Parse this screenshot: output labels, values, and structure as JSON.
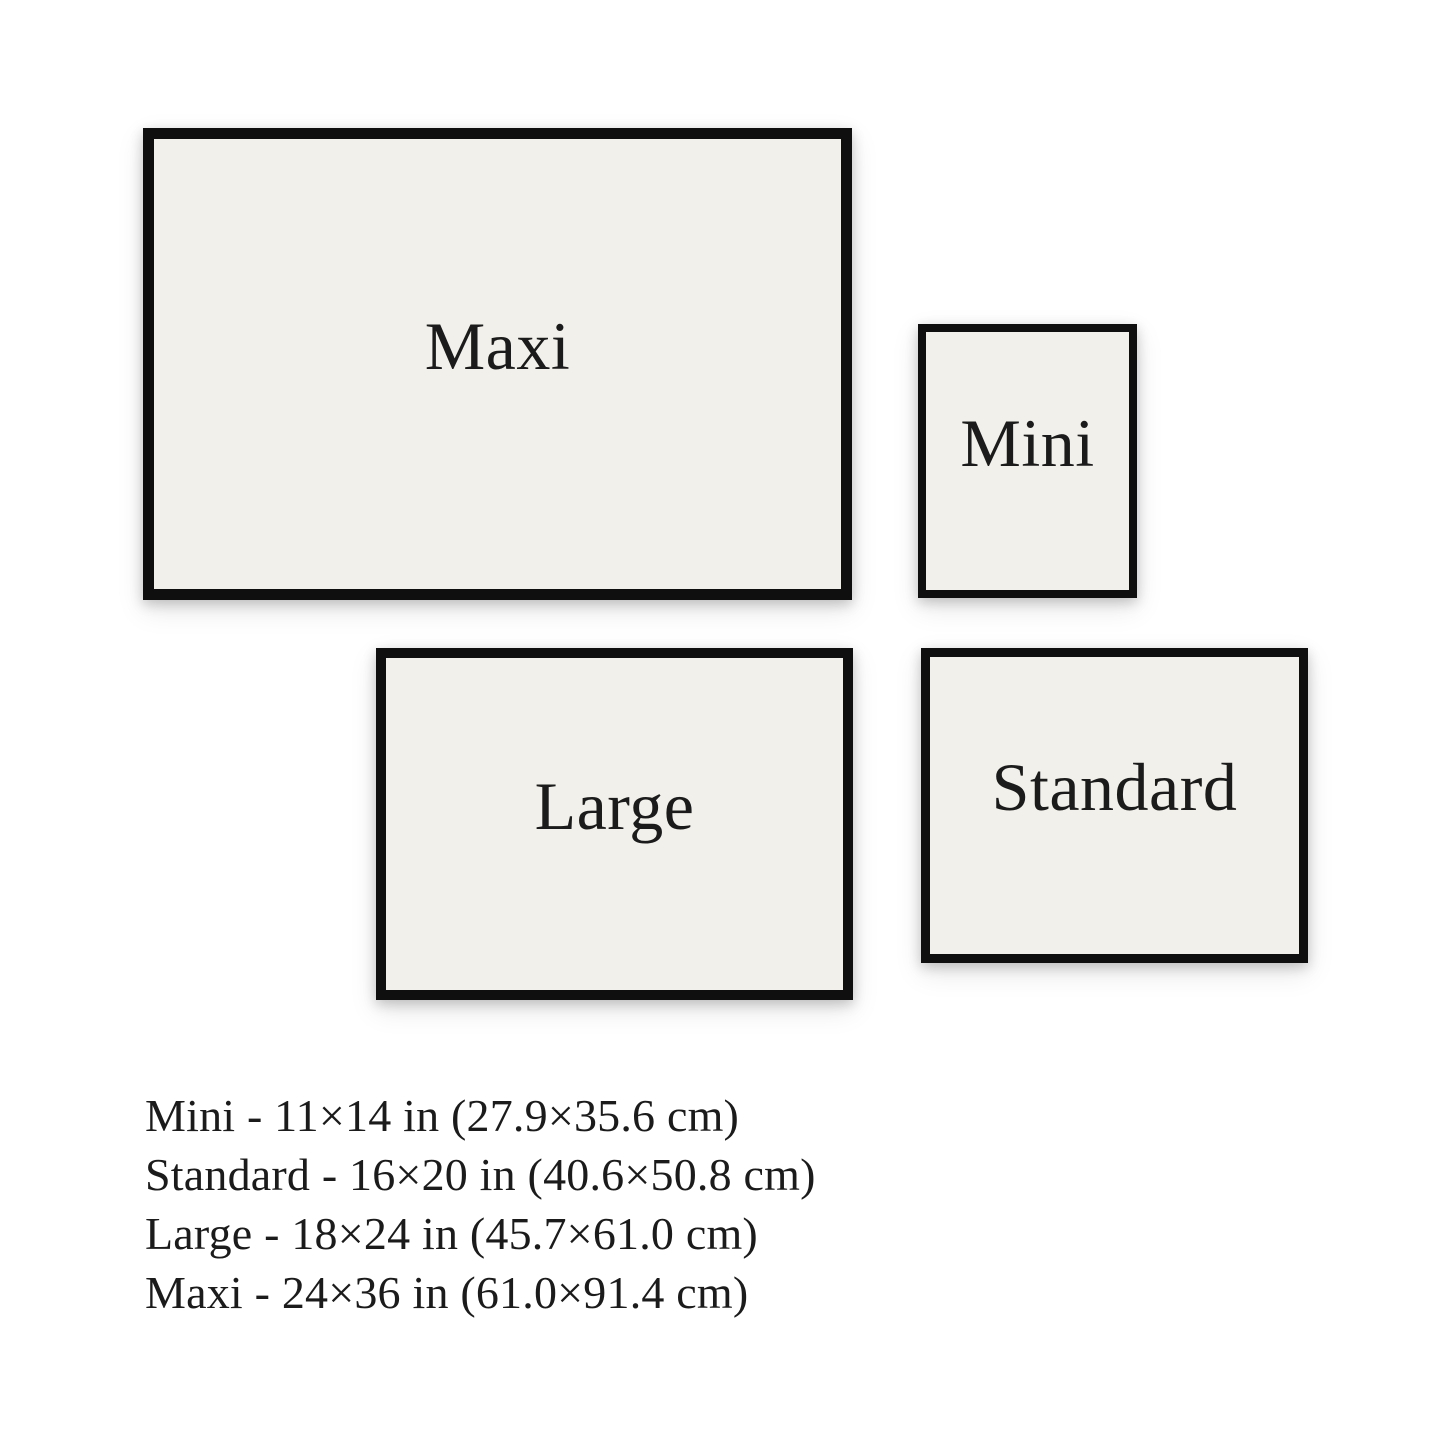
{
  "page": {
    "background": "#ffffff"
  },
  "colors": {
    "frame_border": "#0f0f0f",
    "frame_fill": "#f2f0ea",
    "text": "#1b1b1b"
  },
  "frames": [
    {
      "key": "maxi",
      "label": "Maxi"
    },
    {
      "key": "mini",
      "label": "Mini"
    },
    {
      "key": "large",
      "label": "Large"
    },
    {
      "key": "standard",
      "label": "Standard"
    }
  ],
  "legend": {
    "lines": [
      "Mini - 11×14 in (27.9×35.6 cm)",
      "Standard - 16×20 in (40.6×50.8 cm)",
      "Large - 18×24 in (45.7×61.0 cm)",
      "Maxi - 24×36 in (61.0×91.4 cm)"
    ]
  }
}
